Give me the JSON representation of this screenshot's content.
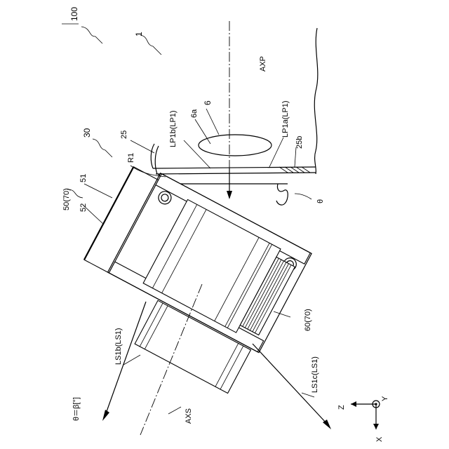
{
  "labels": {
    "ref_100": "100",
    "ref_1": "1",
    "axp": "AXP",
    "lp1b": "LP1b(LP1)",
    "ref_6": "6",
    "ref_6a": "6a",
    "lp1a": "LP1a(LP1)",
    "ref_25b": "25b",
    "ref_30": "30",
    "ref_25": "25",
    "ref_r1": "R1",
    "ref_50": "50(70)",
    "ref_51": "51",
    "ref_52": "52",
    "theta": "θ",
    "ref_60": "60(70)",
    "ls1b": "LS1b(LS1)",
    "ls1c": "LS1c(LS1)",
    "theta_eq": "θ＝β[°]",
    "axs": "AXS",
    "axis_z": "Z",
    "axis_y": "Y",
    "axis_x": "X"
  }
}
